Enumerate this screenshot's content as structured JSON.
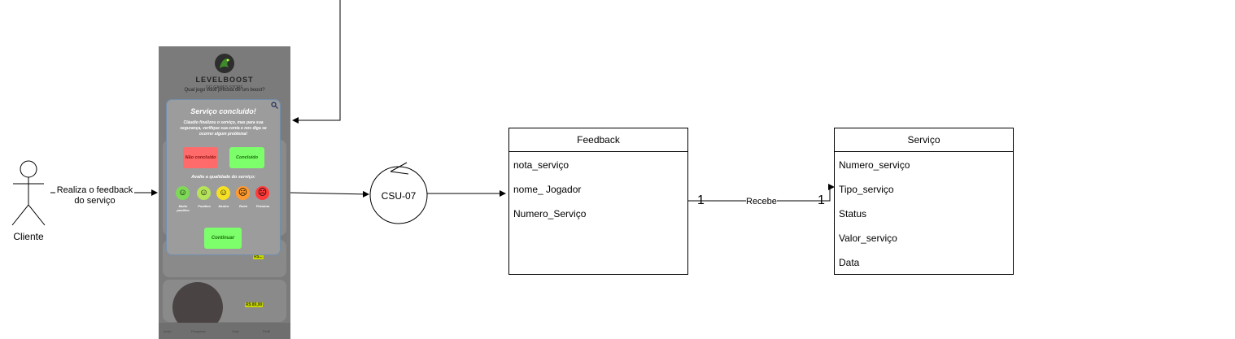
{
  "actor": {
    "label": "Cliente"
  },
  "edges": {
    "actor_to_screen": [
      "Realiza o feedback",
      "do serviço"
    ]
  },
  "screen": {
    "brand": "LEVELBOOST",
    "brand_sub": "GG GAMES STORE",
    "tagline": "Qual jogo você precisa de um boost?",
    "price_tags": [
      "R$...",
      "R$ 89,90"
    ],
    "nav": [
      "Início",
      "Pesquisar",
      "Chat",
      "Perfil"
    ],
    "modal": {
      "title": "Serviço concluído!",
      "message": "Cláudio finalizou o serviço, mas para sua segurança, verifique sua conta e nos diga se ocorrer algum problema!",
      "not_done_button": "Não concluído",
      "done_button": "Concluído",
      "rating_question": "Avalie a qualidade do serviço:",
      "ratings": [
        {
          "icon": "very-happy-face-icon",
          "label": "Muito positivo",
          "color": "#7ed957"
        },
        {
          "icon": "happy-face-icon",
          "label": "Positivo",
          "color": "#b5e35a"
        },
        {
          "icon": "neutral-face-icon",
          "label": "Neutro",
          "color": "#f5e025"
        },
        {
          "icon": "sad-face-icon",
          "label": "Ruim",
          "color": "#ff9b2e"
        },
        {
          "icon": "angry-face-icon",
          "label": "Péssimo",
          "color": "#ff3b3b"
        }
      ],
      "continue_button": "Continuar"
    }
  },
  "usecase": {
    "label": "CSU-07"
  },
  "entities": {
    "feedback": {
      "name": "Feedback",
      "attributes": [
        "nota_serviço",
        "nome_ Jogador",
        "Numero_Serviço"
      ]
    },
    "servico": {
      "name": "Serviço",
      "attributes": [
        "Numero_serviço",
        "Tipo_serviço",
        "Status",
        "Valor_serviço",
        "Data"
      ]
    }
  },
  "relationship": {
    "label": "Recebe",
    "left_multiplicity": "1",
    "right_multiplicity": "1"
  }
}
